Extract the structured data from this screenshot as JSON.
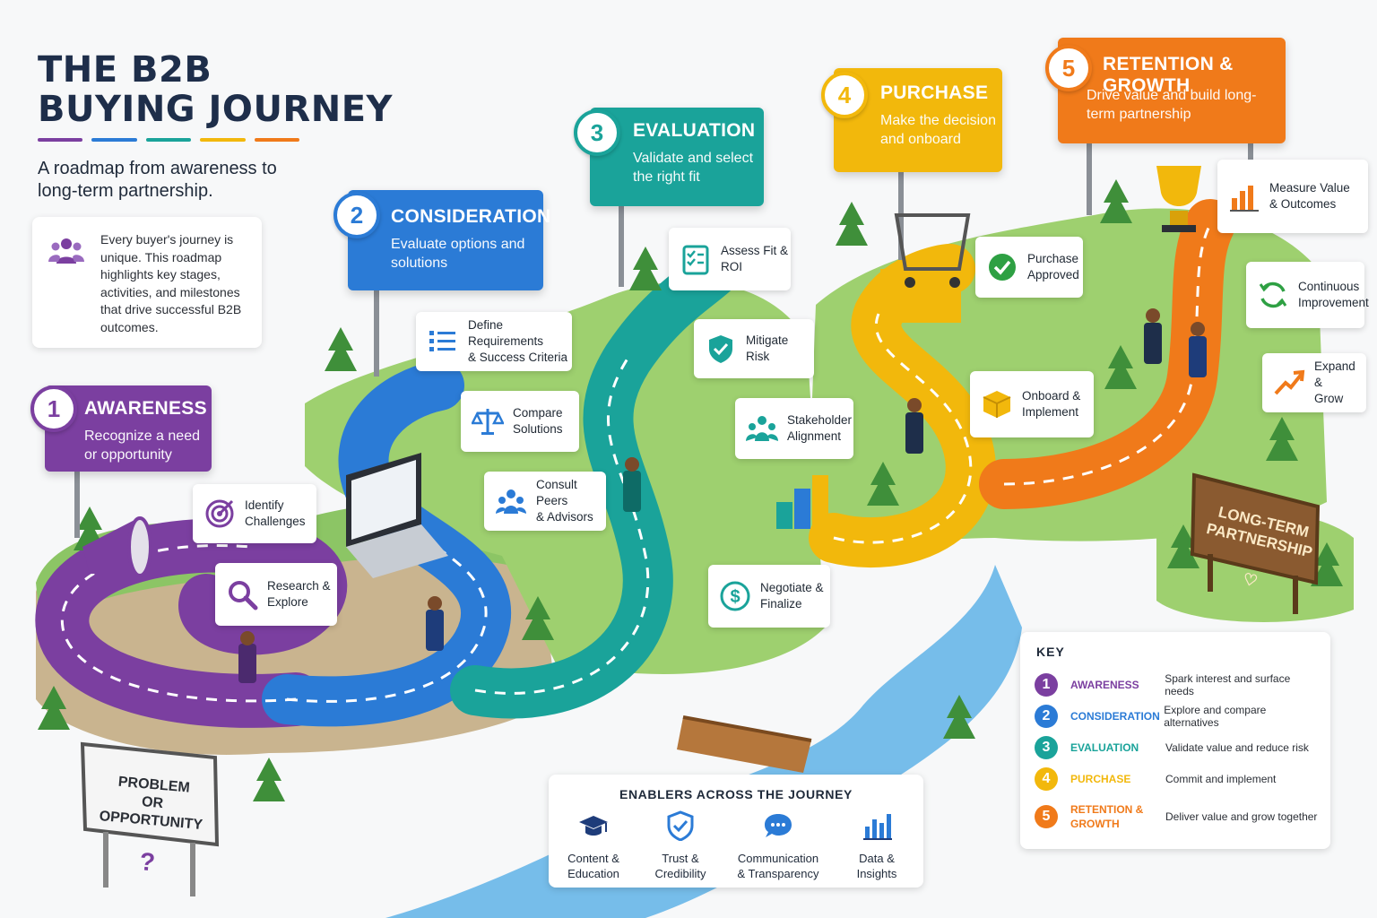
{
  "header": {
    "title_line1": "THE B2B",
    "title_line2": "BUYING JOURNEY",
    "subtitle": "A roadmap from awareness to long-term partnership.",
    "underline_colors": [
      "#7b3fa0",
      "#2b7bd6",
      "#1aa39a",
      "#f2b80c",
      "#f07a1a"
    ]
  },
  "intro": {
    "icon": "people-group-icon",
    "text": "Every buyer's journey is unique.  This roadmap highlights key stages, activities, and milestones that drive successful B2B outcomes."
  },
  "stages": [
    {
      "number": "1",
      "title": "AWARENESS",
      "subtitle": "Recognize a need or opportunity",
      "color": "#7b3fa0"
    },
    {
      "number": "2",
      "title": "CONSIDERATION",
      "subtitle": "Evaluate options and solutions",
      "color": "#2b7bd6"
    },
    {
      "number": "3",
      "title": "EVALUATION",
      "subtitle": "Validate and select the right fit",
      "color": "#1aa39a"
    },
    {
      "number": "4",
      "title": "PURCHASE",
      "subtitle": "Make the decision and onboard",
      "color": "#f2b80c"
    },
    {
      "number": "5",
      "title": "RETENTION & GROWTH",
      "subtitle": "Drive value and build long-term partnership",
      "color": "#f07a1a"
    }
  ],
  "activities": [
    {
      "label": "Identify\nChallenges",
      "icon": "target-icon",
      "color": "#7b3fa0"
    },
    {
      "label": "Research &\nExplore",
      "icon": "magnifier-icon",
      "color": "#7b3fa0"
    },
    {
      "label": "Define Requirements\n& Success Criteria",
      "icon": "list-icon",
      "color": "#2b7bd6"
    },
    {
      "label": "Compare\nSolutions",
      "icon": "scales-icon",
      "color": "#2b7bd6"
    },
    {
      "label": "Consult Peers\n& Advisors",
      "icon": "people-icon",
      "color": "#2b7bd6"
    },
    {
      "label": "Assess Fit &\nROI",
      "icon": "checklist-icon",
      "color": "#1aa39a"
    },
    {
      "label": "Mitigate Risk",
      "icon": "shield-check-icon",
      "color": "#1aa39a"
    },
    {
      "label": "Stakeholder\nAlignment",
      "icon": "team-icon",
      "color": "#1aa39a"
    },
    {
      "label": "Negotiate &\nFinalize",
      "icon": "dollar-icon",
      "color": "#1aa39a"
    },
    {
      "label": "Purchase\nApproved",
      "icon": "check-circle-icon",
      "color": "#2ea043"
    },
    {
      "label": "Onboard &\nImplement",
      "icon": "box-icon",
      "color": "#f2b80c"
    },
    {
      "label": "Measure Value\n& Outcomes",
      "icon": "bar-chart-icon",
      "color": "#f07a1a"
    },
    {
      "label": "Continuous\nImprovement",
      "icon": "cycle-icon",
      "color": "#2ea043"
    },
    {
      "label": "Expand &\nGrow",
      "icon": "trend-up-icon",
      "color": "#f07a1a"
    }
  ],
  "scene_signs": {
    "problem": "PROBLEM\nOR OPPORTUNITY",
    "problem_mark": "?",
    "partnership": "LONG-TERM\nPARTNERSHIP"
  },
  "enablers": {
    "title": "ENABLERS ACROSS THE JOURNEY",
    "items": [
      {
        "label": "Content &\nEducation",
        "icon": "graduation-cap-icon"
      },
      {
        "label": "Trust &\nCredibility",
        "icon": "shield-check-icon"
      },
      {
        "label": "Communication\n& Transparency",
        "icon": "chat-bubble-icon"
      },
      {
        "label": "Data &\nInsights",
        "icon": "bar-chart-icon"
      }
    ]
  },
  "key": {
    "title": "KEY",
    "rows": [
      {
        "number": "1",
        "name": "AWARENESS",
        "desc": "Spark interest and surface needs",
        "color": "#7b3fa0"
      },
      {
        "number": "2",
        "name": "CONSIDERATION",
        "desc": "Explore and compare alternatives",
        "color": "#2b7bd6"
      },
      {
        "number": "3",
        "name": "EVALUATION",
        "desc": "Validate value and reduce risk",
        "color": "#1aa39a"
      },
      {
        "number": "4",
        "name": "PURCHASE",
        "desc": "Commit and implement",
        "color": "#f2b80c"
      },
      {
        "number": "5",
        "name": "RETENTION &\nGROWTH",
        "desc": "Deliver value and grow together",
        "color": "#f07a1a"
      }
    ]
  }
}
